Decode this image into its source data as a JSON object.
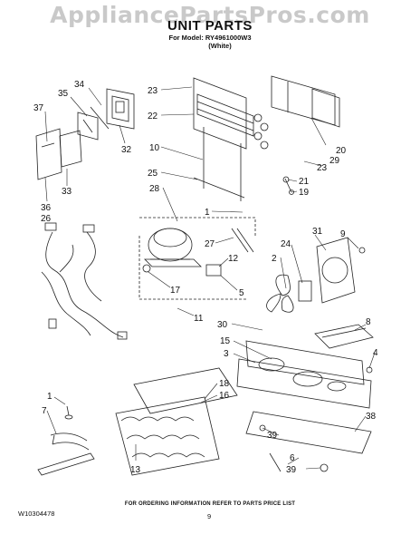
{
  "watermark": "AppliancePartsPros.com",
  "header": {
    "title": "UNIT PARTS",
    "model_line": "For Model: RY4961000W3",
    "color_line": "(White)"
  },
  "callouts": {
    "c1a": "1",
    "c1b": "1",
    "c2": "2",
    "c3": "3",
    "c4": "4",
    "c5": "5",
    "c6": "6",
    "c7": "7",
    "c8": "8",
    "c9": "9",
    "c10": "10",
    "c11": "11",
    "c12": "12",
    "c13": "13",
    "c15": "15",
    "c16": "16",
    "c17": "17",
    "c18": "18",
    "c19": "19",
    "c20": "20",
    "c21": "21",
    "c22": "22",
    "c23a": "23",
    "c23b": "23",
    "c24": "24",
    "c25": "25",
    "c26": "26",
    "c27": "27",
    "c28": "28",
    "c29": "29",
    "c30": "30",
    "c31": "31",
    "c32": "32",
    "c33": "33",
    "c34": "34",
    "c35": "35",
    "c36": "36",
    "c37": "37",
    "c38": "38",
    "c39a": "39",
    "c39b": "39"
  },
  "footer": {
    "order_note": "FOR ORDERING INFORMATION REFER TO PARTS PRICE LIST",
    "document_number": "W10304478",
    "page_number": "9"
  }
}
